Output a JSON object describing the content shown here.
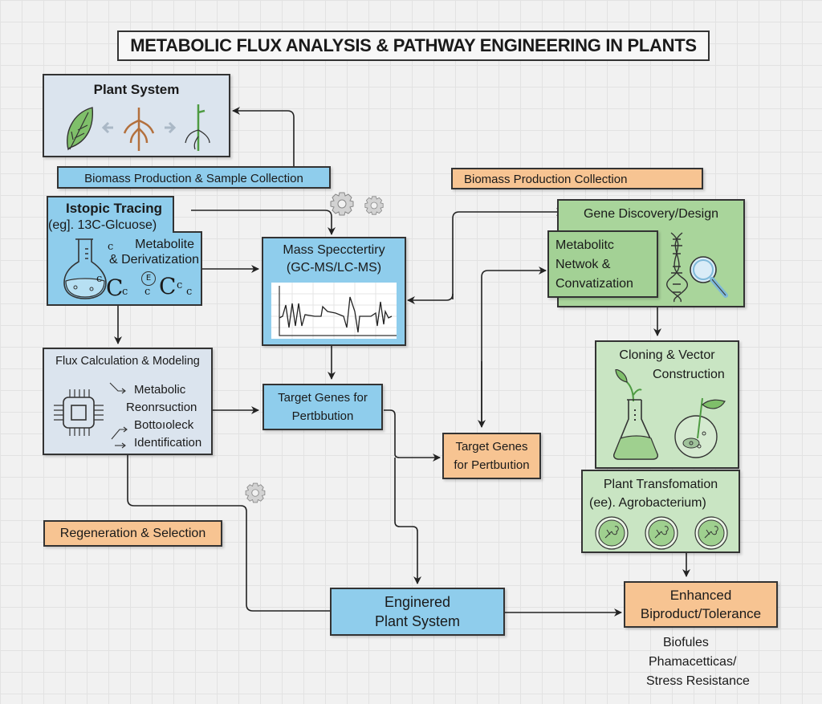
{
  "title": "METABOLIC FLUX ANALYSIS & PATHWAY ENGINEERING IN PLANTS",
  "plant_system": {
    "label": "Plant System",
    "icons": [
      "leaf-icon",
      "arrow-left-icon",
      "root-icon",
      "arrow-right-icon",
      "seedling-root-icon"
    ]
  },
  "biomass_sample": {
    "label": "Biomass Production & Sample Collection"
  },
  "isotopic_tracing": {
    "line1": "Istopic Tracing",
    "line2": "(eg]. 13C-Glcuose)",
    "line3": "Metabolite",
    "line4": "& Derivatization",
    "carbon_glyphs": [
      "c",
      "C",
      "c",
      "c",
      "E",
      "C",
      "c",
      "c"
    ]
  },
  "mass_spec": {
    "line1": "Mass Specctertiry",
    "line2": "(GC-MS/LC-MS)"
  },
  "biomass_collection": {
    "label": "Biomass Production Collection"
  },
  "gene_discovery": {
    "label": "Gene Discovery/Design"
  },
  "metabolic_network": {
    "line1": "Metabolitc",
    "line2": "Netwok &",
    "line3": "Convatization"
  },
  "flux_calc": {
    "title": "Flux Calculation & Modeling",
    "line1": "Metabolic",
    "line2": "Reonrsuction",
    "line3": "Bottoıoleck",
    "line4": "Identification"
  },
  "target_genes_blue": {
    "line1": "Target Genes for",
    "line2": "Pertbbution"
  },
  "target_genes_orange": {
    "line1": "Target Genes",
    "line2": "for Pertbuıtion"
  },
  "cloning": {
    "line1": "Cloning & Vector",
    "line2": "Construction"
  },
  "plant_transformation": {
    "line1": "Plant Transfomation",
    "line2": "(ee). Agrobacterium)"
  },
  "regeneration": {
    "label": "Regeneration & Selection"
  },
  "engineered": {
    "line1": "Enginered",
    "line2": "Plant System"
  },
  "enhanced": {
    "line1": "Enhanced",
    "line2": "Biproduct/Tolerance"
  },
  "outcomes": {
    "line1": "Biofules",
    "line2": "Phamacetticas/",
    "line3": "Stress Resistance"
  },
  "colors": {
    "blue_box": "#8fcdec",
    "light_blue_box": "#dbe4ee",
    "orange_box": "#f7c492",
    "green_box": "#a9d59b",
    "light_green_box": "#c9e5c3",
    "line": "#222222"
  }
}
